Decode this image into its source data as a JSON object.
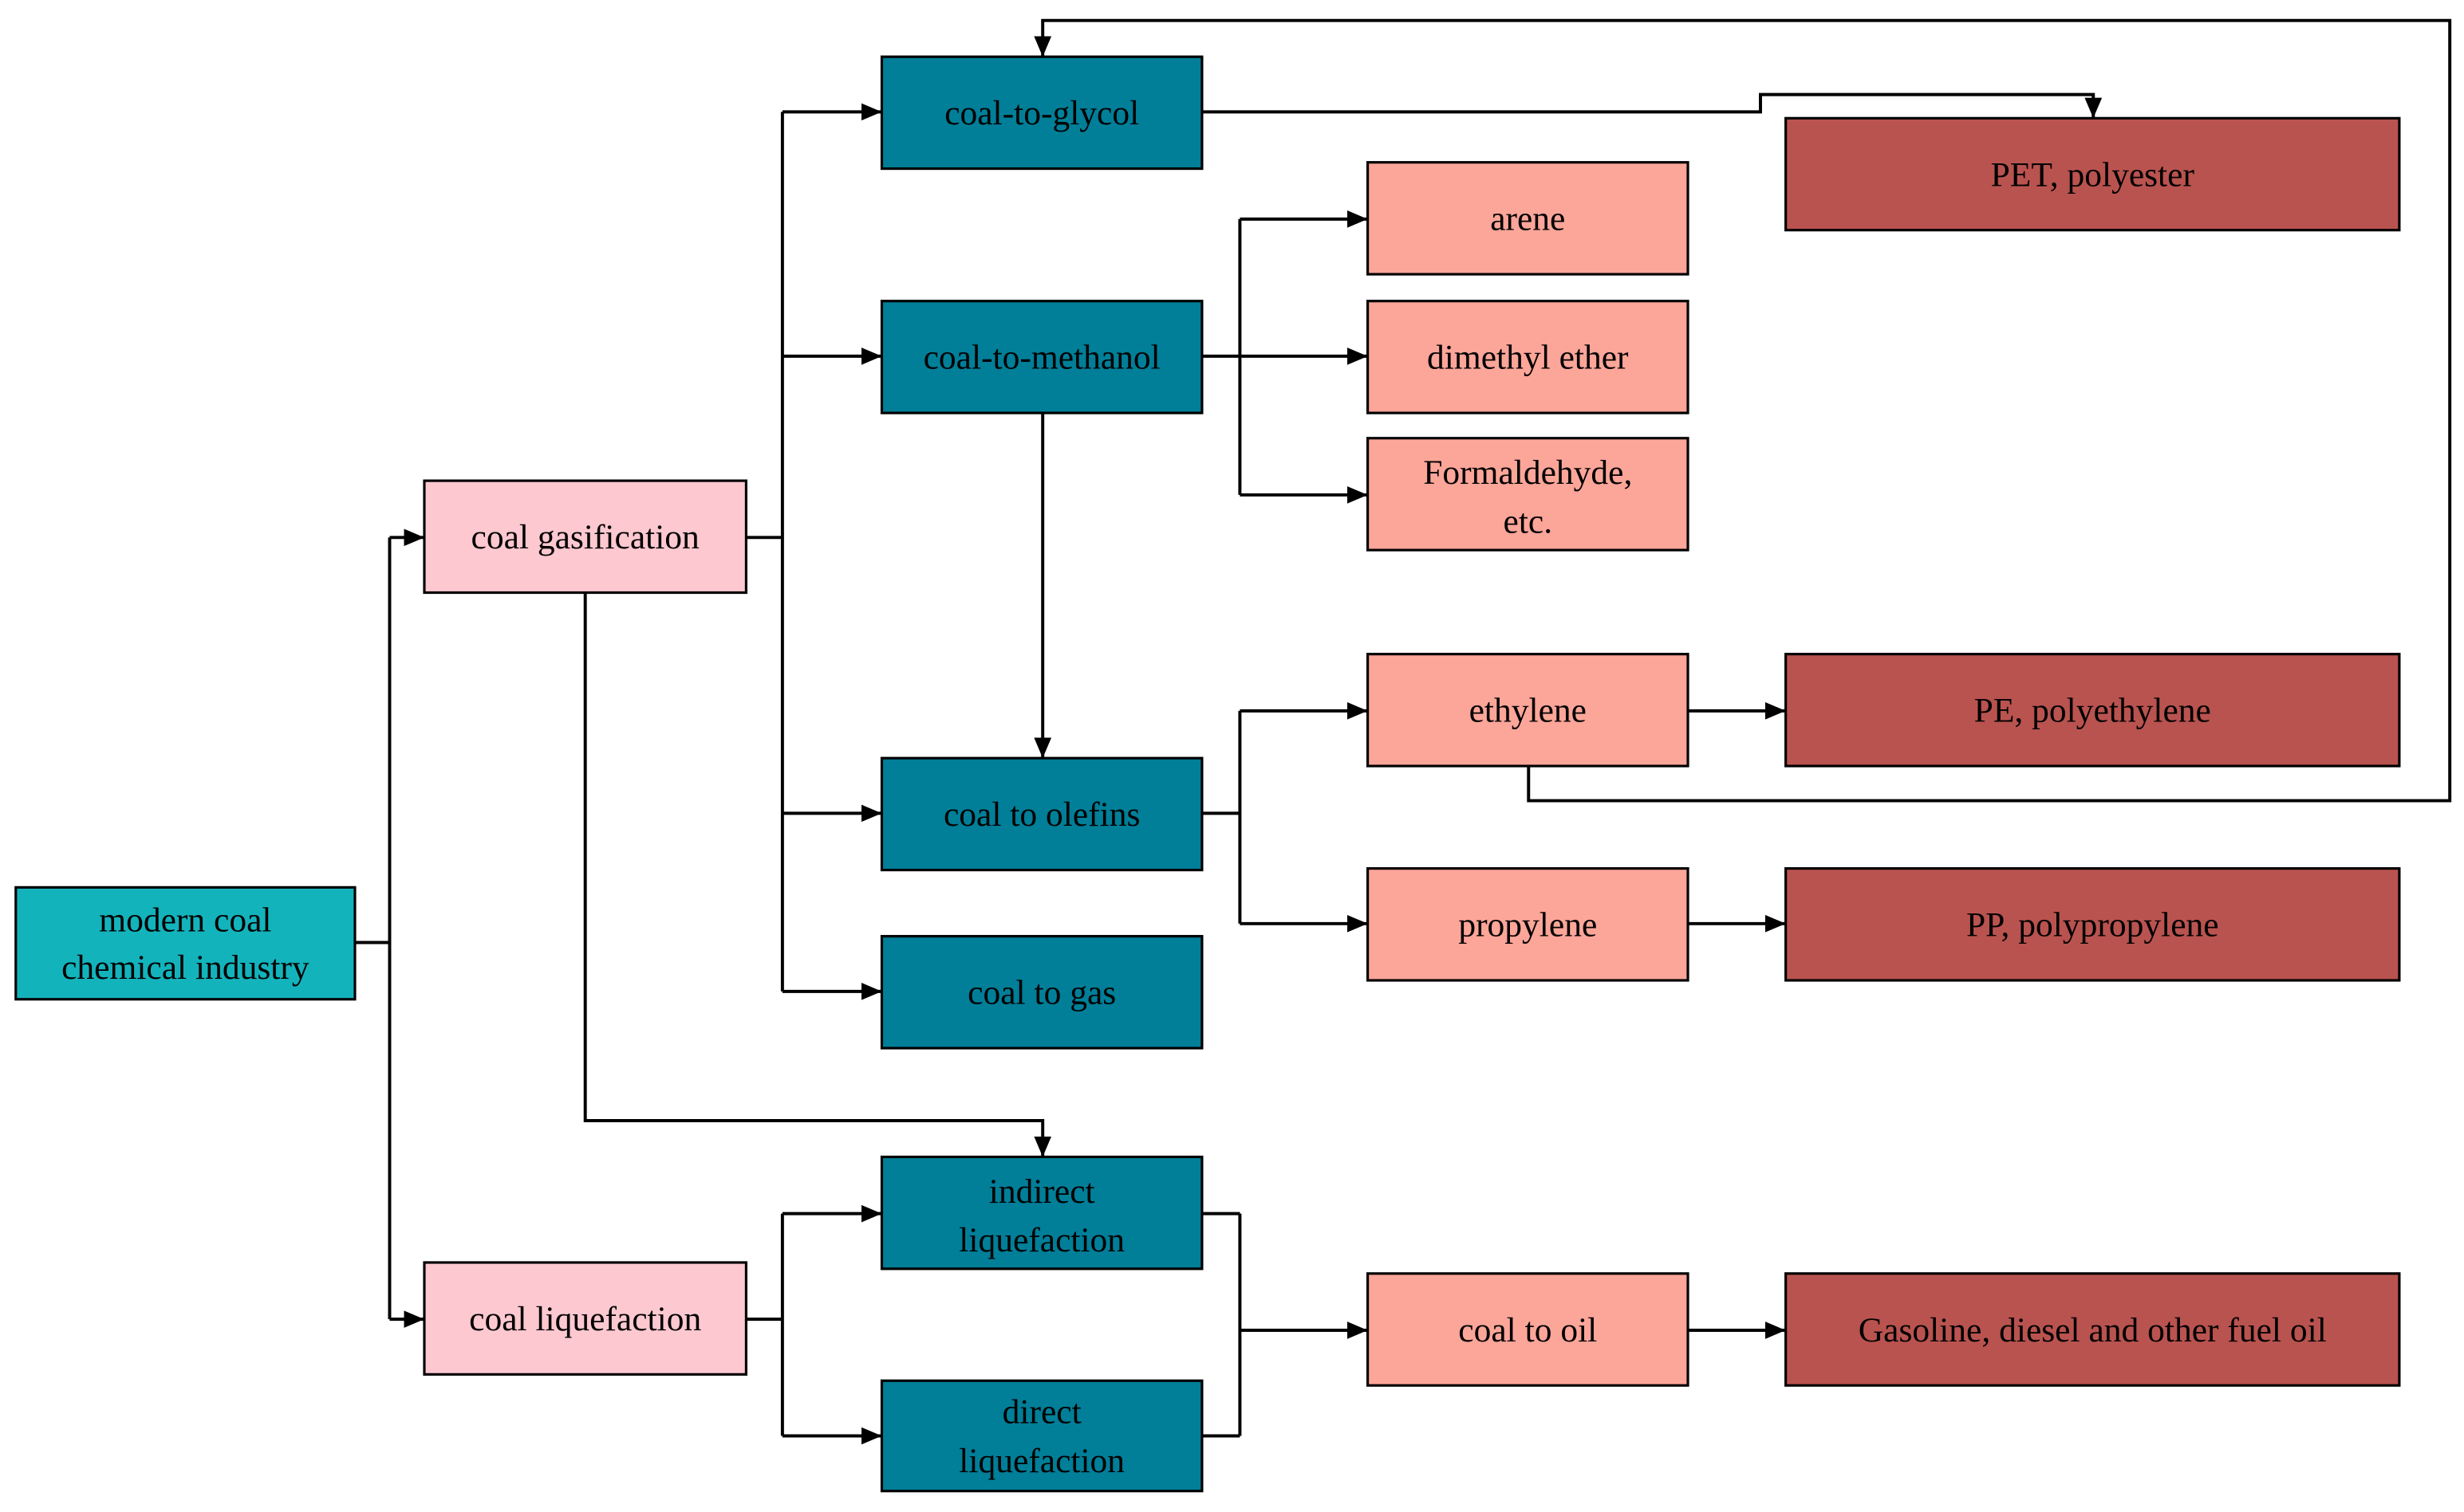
{
  "colors": {
    "root": "#13b3bc",
    "category": "#fdc8d0",
    "route": "#017e98",
    "intermediate": "#fca599",
    "product": "#b9534f",
    "line": "#000000"
  },
  "nodes": {
    "root": [
      "modern coal",
      "chemical industry"
    ],
    "coal_gasification": "coal gasification",
    "coal_liquefaction": "coal liquefaction",
    "coal_to_glycol": "coal-to-glycol",
    "coal_to_methanol": "coal-to-methanol",
    "coal_to_olefins": "coal to olefins",
    "coal_to_gas": "coal to gas",
    "indirect_liquefaction": [
      "indirect",
      "liquefaction"
    ],
    "direct_liquefaction": [
      "direct",
      "liquefaction"
    ],
    "arene": "arene",
    "dimethyl_ether": "dimethyl ether",
    "formaldehyde": [
      "Formaldehyde,",
      "etc."
    ],
    "ethylene": "ethylene",
    "propylene": "propylene",
    "coal_to_oil": "coal to oil",
    "pet": "PET, polyester",
    "pe": "PE, polyethylene",
    "pp": "PP, polypropylene",
    "fuel_oil": "Gasoline, diesel and other fuel oil"
  }
}
